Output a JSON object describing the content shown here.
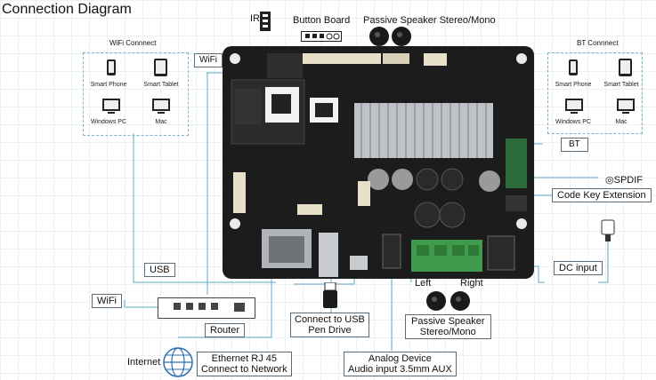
{
  "title": "Connection Diagram",
  "labels": {
    "ir": "IR",
    "button_board": "Button Board",
    "passive_speaker_top": "Passive Speaker Stereo/Mono",
    "wifi_connect": "WiFi Connnect",
    "bt_connect": "BT Connnect",
    "wifi_tag": "WiFi",
    "bt_tag": "BT",
    "spdif": "SPDIF",
    "code_key": "Code Key Extension",
    "usb": "USB",
    "wifi_router_tag": "WiFi",
    "router": "Router",
    "internet": "Internet",
    "ethernet_line1": "Ethernet RJ 45",
    "ethernet_line2": "Connect to Network",
    "usb_drive_line1": "Connect to USB",
    "usb_drive_line2": "Pen Drive",
    "analog_line1": "Analog Device",
    "analog_line2": "Audio input 3.5mm AUX",
    "left": "Left",
    "right": "Right",
    "passive_speaker_bottom_line1": "Passive Speaker",
    "passive_speaker_bottom_line2": "Stereo/Mono",
    "dc_input": "DC input"
  },
  "wifi_devices": [
    "Smart Phone",
    "Smart Tablet",
    "Windows PC",
    "Mac"
  ],
  "bt_devices": [
    "Smart Phone",
    "Smart Tablet",
    "Windows PC",
    "Mac"
  ],
  "colors": {
    "board": "#1c1c1c",
    "heatsink": "#bfc3c8",
    "connector_green": "#3f9a4b",
    "line": "#5fa8c8"
  }
}
